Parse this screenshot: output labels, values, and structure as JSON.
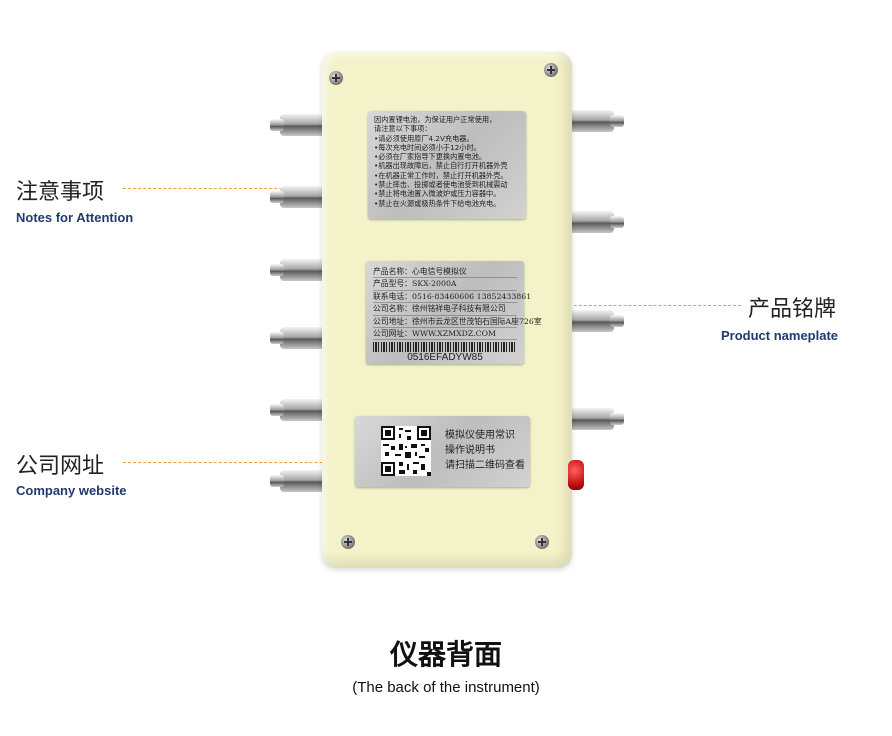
{
  "callouts": {
    "attention": {
      "cn": "注意事项",
      "en": "Notes for Attention"
    },
    "nameplate": {
      "cn": "产品铭牌",
      "en": "Product nameplate"
    },
    "website": {
      "cn": "公司网址",
      "en": "Company website"
    }
  },
  "plate_notes": {
    "lines": [
      "  因内置锂电池，为保证用户正常使用，",
      "请注意以下事项：",
      "•请必须使用原厂4.2V充电器。",
      "•每次充电时间必须小于12小时。",
      "•必须在厂家指导下更换内置电池。",
      "•机器出现故障后，禁止自行打开机器外壳",
      "•在机器正常工作时，禁止打开机器外壳。",
      "•禁止摔击、投掷或者使电池受到机械震动",
      "•禁止将电池置入微波炉或压力容器中。",
      "•禁止在火源或极热条件下给电池充电。"
    ]
  },
  "plate_nameplate": {
    "lines": [
      "产品名称：心电信号模拟仪",
      "产品型号：SKX-2000A",
      "联系电话：0516-83460606  13852433861",
      "公司名称：徐州铭祥电子科技有限公司",
      "公司地址：徐州市云龙区世茂铂石国际A座726室",
      "公司网址：WWW.XZMXDZ.COM"
    ],
    "serial": "0516EFADYW85"
  },
  "plate_website": {
    "lines": [
      "模拟仪使用常识",
      "操作说明书",
      "请扫描二维码查看"
    ]
  },
  "caption": {
    "cn": "仪器背面",
    "en": "(The back of the instrument)"
  },
  "colors": {
    "accent": "#f0a030",
    "caption_en": "#1f3a6e",
    "device": "#f3f2c8"
  }
}
